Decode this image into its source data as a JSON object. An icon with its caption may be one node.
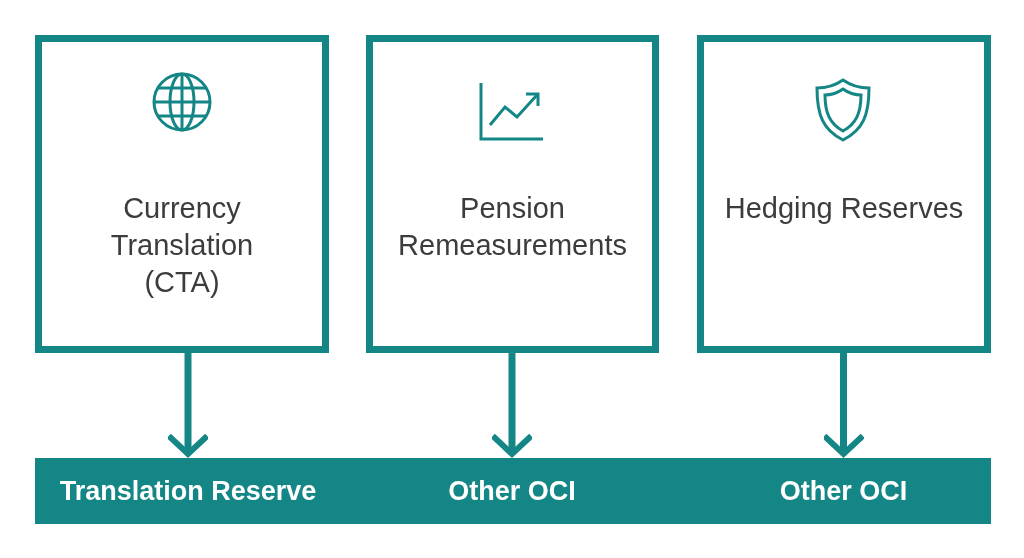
{
  "diagram": {
    "nodes": [
      {
        "text": [
          "Currency Translation (CTA)"
        ]
      },
      {
        "text": [
          "Pension Remeasurements"
        ]
      },
      {
        "text": [
          "Hedging Reserves"
        ]
      },
      {
        "text": [],
        "shape": "bar"
      },
      {
        "text": [
          "Translation Reserve"
        ],
        "in": 3
      },
      {
        "text": [
          "Other OCI"
        ],
        "in": 3
      },
      {
        "text": [
          "Other OCI"
        ],
        "in": 3
      }
    ],
    "edges": [
      {
        "from": 0,
        "to": 4,
        "arrow": "to"
      },
      {
        "from": 1,
        "to": 5,
        "arrow": "to"
      },
      {
        "from": 2,
        "to": 6,
        "arrow": "to"
      }
    ]
  }
}
